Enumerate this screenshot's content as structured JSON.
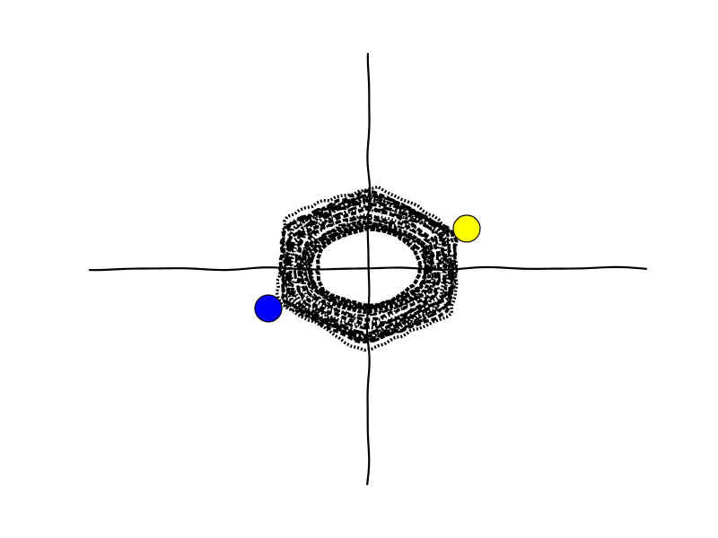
{
  "figure": {
    "background": "#ffffff",
    "ink_color": "#000000"
  },
  "markers": [
    {
      "id": "yellow-dot",
      "color": "#ffff00"
    },
    {
      "id": "blue-dot",
      "color": "#0000ff"
    }
  ],
  "scribble": {
    "shape": "hexagonal ring",
    "line_styles": [
      "dashed",
      "dotted",
      "dash-dot"
    ]
  }
}
